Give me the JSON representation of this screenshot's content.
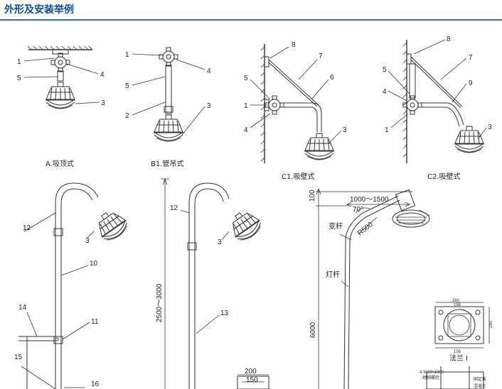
{
  "header": {
    "title": "外形及安装举例"
  },
  "captions": {
    "a": "A.吸顶式",
    "b1": "B1.管吊式",
    "c1": "C1.吸壁式",
    "c2": "C2.吸壁式",
    "flange": "法兰 I"
  },
  "callouts": {
    "a": [
      "1",
      "5",
      "4",
      "3"
    ],
    "b1": [
      "1",
      "4",
      "5",
      "2",
      "3"
    ],
    "c1": [
      "8",
      "7",
      "5",
      "6",
      "1",
      "4",
      "3"
    ],
    "c2": [
      "8",
      "7",
      "5",
      "9",
      "4",
      "1",
      "3"
    ],
    "d1": [
      "12",
      "3",
      "10",
      "14",
      "11",
      "15",
      "16"
    ],
    "d2": [
      "12",
      "3",
      "13"
    ]
  },
  "dimensions": {
    "pole_height": "2500～3000",
    "top_100": "100",
    "arm_reach": "1000～1500",
    "angle": "70°",
    "radius": "R500",
    "pole_6000": "6000",
    "base_200": "200",
    "base_150": "150"
  },
  "labels": {
    "reducer": "变杆",
    "pole": "灯杆"
  },
  "flange_detail": {
    "dims": [
      "280",
      "198",
      "280",
      "198"
    ],
    "hole_label": "4-M20×1000",
    "notes": [
      "地脚螺栓",
      "固定板",
      "混凝土"
    ]
  }
}
